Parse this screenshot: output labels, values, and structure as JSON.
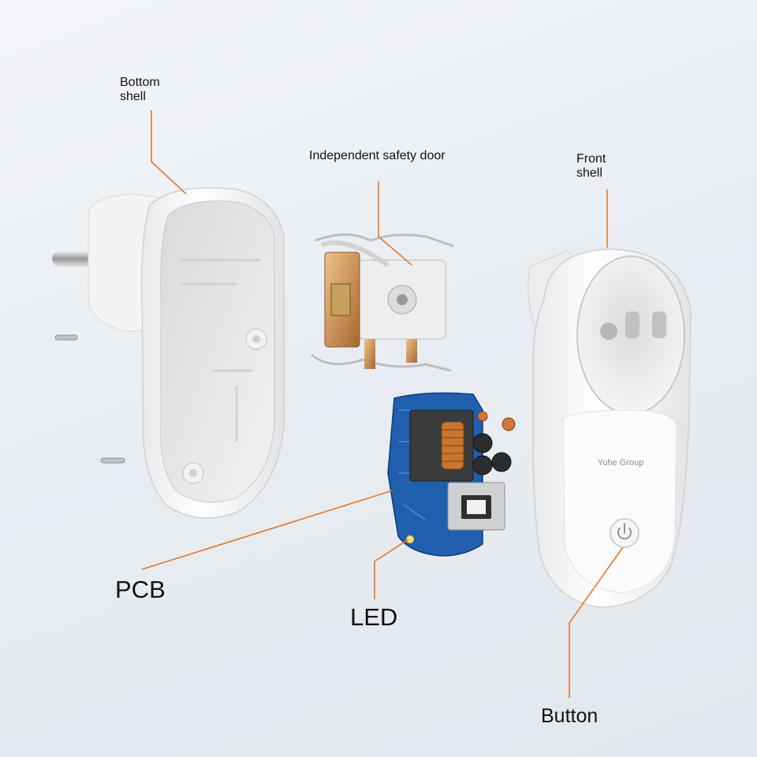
{
  "labels": {
    "bottom_shell": "Bottom\nshell",
    "safety_door": "Independent safety door",
    "front_shell": "Front\nshell",
    "pcb": "PCB",
    "led": "LED",
    "button": "Button"
  },
  "front_shell_brand": "Yuhe Group",
  "colors": {
    "leader_line": "#e07a2a",
    "shell": "#f7f7f7",
    "pcb": "#1f5fae",
    "copper": "#c98a4e"
  }
}
